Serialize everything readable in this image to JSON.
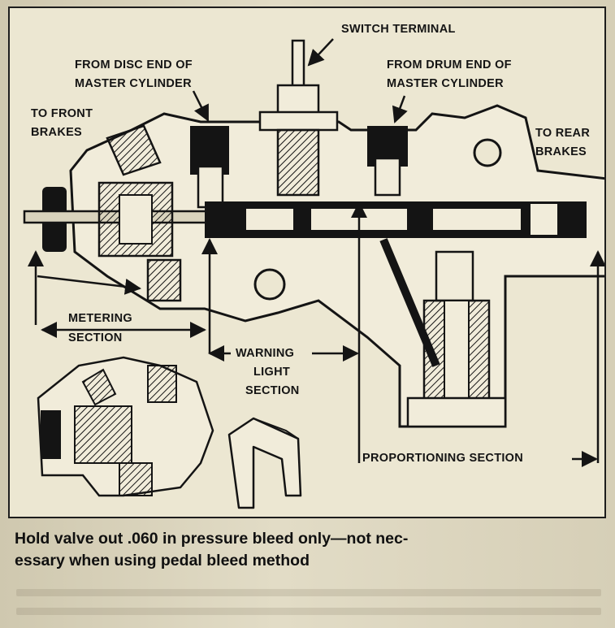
{
  "figure": {
    "labels": {
      "switch_terminal": "SWITCH TERMINAL",
      "from_disc_line1": "FROM DISC END OF",
      "from_disc_line2": "MASTER CYLINDER",
      "from_drum_line1": "FROM DRUM END OF",
      "from_drum_line2": "MASTER CYLINDER",
      "to_front_line1": "TO FRONT",
      "to_front_line2": "BRAKES",
      "to_rear_line1": "TO REAR",
      "to_rear_line2": "BRAKES",
      "metering_line1": "METERING",
      "metering_line2": "SECTION",
      "warning_line1": "WARNING",
      "warning_line2": "LIGHT",
      "warning_line3": "SECTION",
      "proportioning": "PROPORTIONING SECTION"
    }
  },
  "caption": {
    "line1": "Hold valve out .060 in pressure bleed only—not nec-",
    "line2": "essary when using pedal bleed method"
  },
  "colors": {
    "ink": "#141414",
    "paper": "#ece7d2",
    "page": "#d9d3bd"
  }
}
